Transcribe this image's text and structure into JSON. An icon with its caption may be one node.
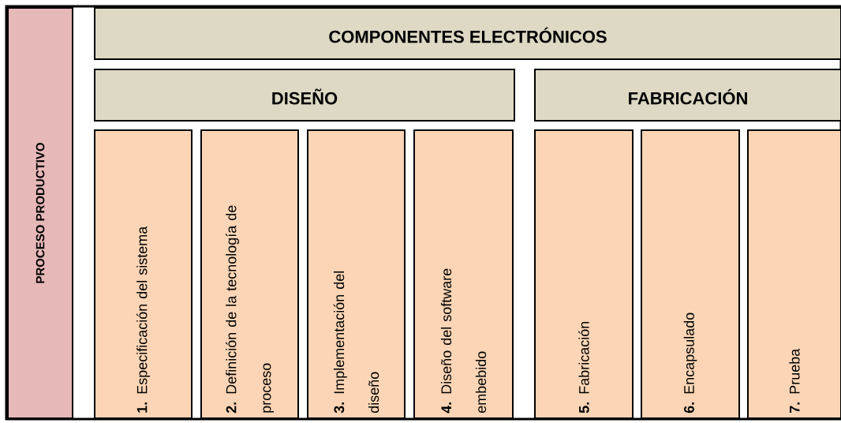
{
  "diagram": {
    "nodes": [
      {
        "text": [
          "PROCESO PRODUCTIVO"
        ]
      },
      {
        "text": [
          "COMPONENTES ELECTRÓNICOS"
        ]
      },
      {
        "text": [
          "DISEÑO"
        ]
      },
      {
        "text": [
          "FABRICACIÓN"
        ]
      },
      {
        "text": [
          "**1.** Especificación del sistema"
        ]
      },
      {
        "text": [
          "**2.** Definición de la tecnología de proceso"
        ]
      },
      {
        "text": [
          "**3.** Implementación del diseño"
        ]
      },
      {
        "text": [
          "**4.** Diseño del software embebido"
        ]
      },
      {
        "text": [
          "**5.** Fabricación"
        ]
      },
      {
        "text": [
          "**6.** Encapsulado"
        ]
      },
      {
        "text": [
          "**7.** Prueba"
        ]
      }
    ]
  }
}
